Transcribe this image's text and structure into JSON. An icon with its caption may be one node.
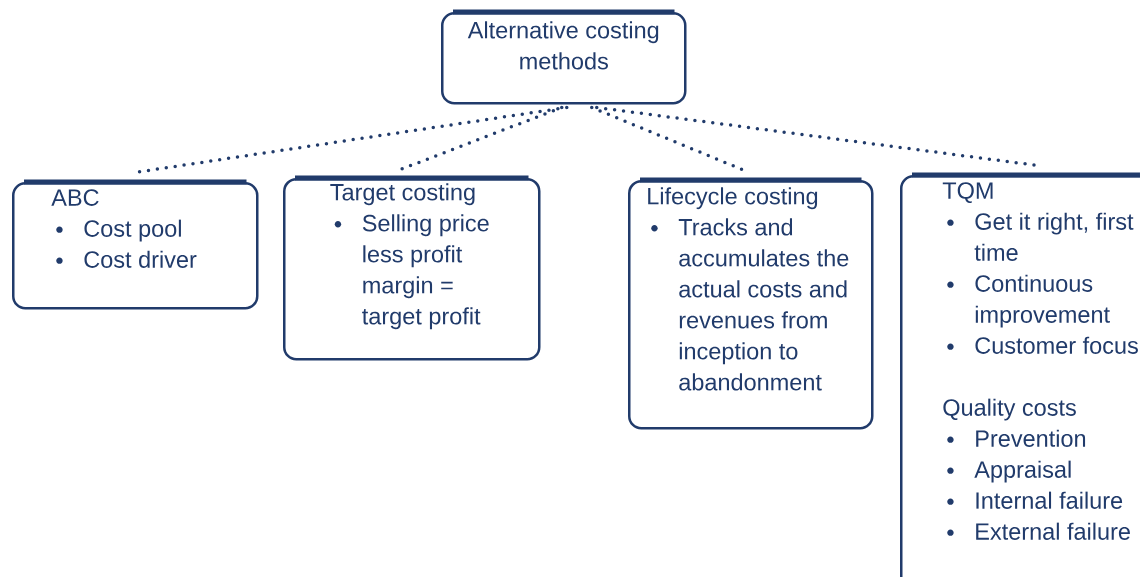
{
  "diagram": {
    "nodes": [
      {
        "text": [
          "Alternative costing methods"
        ]
      },
      {
        "text": [
          "ABC",
          "Cost pool",
          "Cost driver"
        ]
      },
      {
        "text": [
          "Target costing",
          "Selling price less profit margin = target profit"
        ]
      },
      {
        "text": [
          "Lifecycle costing",
          "Tracks and accumulates the actual costs and revenues from inception to abandonment"
        ]
      },
      {
        "text": [
          "TQM",
          "Get it right, first time",
          "Continuous improvement",
          "Customer focus",
          "Quality costs",
          "Prevention",
          "Appraisal",
          "Internal failure",
          "External failure"
        ]
      }
    ],
    "edges": [
      {
        "from": 0,
        "to": 1,
        "arrow": "none"
      },
      {
        "from": 0,
        "to": 2,
        "arrow": "none"
      },
      {
        "from": 0,
        "to": 3,
        "arrow": "none"
      },
      {
        "from": 0,
        "to": 4,
        "arrow": "none"
      }
    ]
  }
}
